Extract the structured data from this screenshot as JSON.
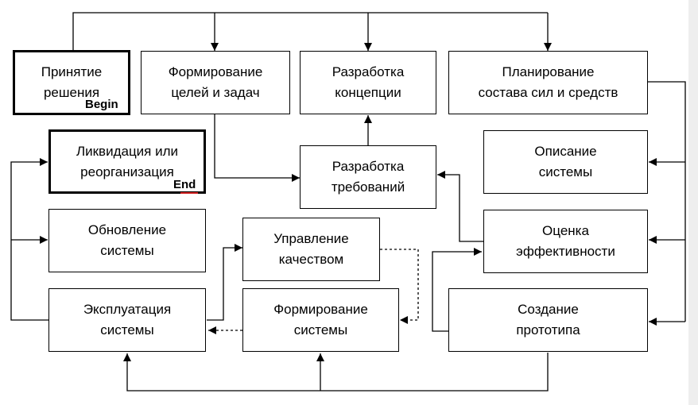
{
  "nodes": {
    "decision": "Принятие\nрешения",
    "goals": "Формирование\nцелей и задач",
    "concept": "Разработка\nконцепции",
    "planning": "Планирование\nсостава сил и средств",
    "liquidation": "Ликвидация или\nреорганизация",
    "requirements": "Разработка\nтребований",
    "description": "Описание\nсистемы",
    "update": "Обновление\nсистемы",
    "quality": "Управление\nкачеством",
    "efficiency": "Оценка\nэффективности",
    "operation": "Эксплуатация\nсистемы",
    "formation": "Формирование\nсистемы",
    "prototype": "Создание\nпрототипа"
  },
  "labels": {
    "begin": "Begin",
    "end": "End"
  }
}
